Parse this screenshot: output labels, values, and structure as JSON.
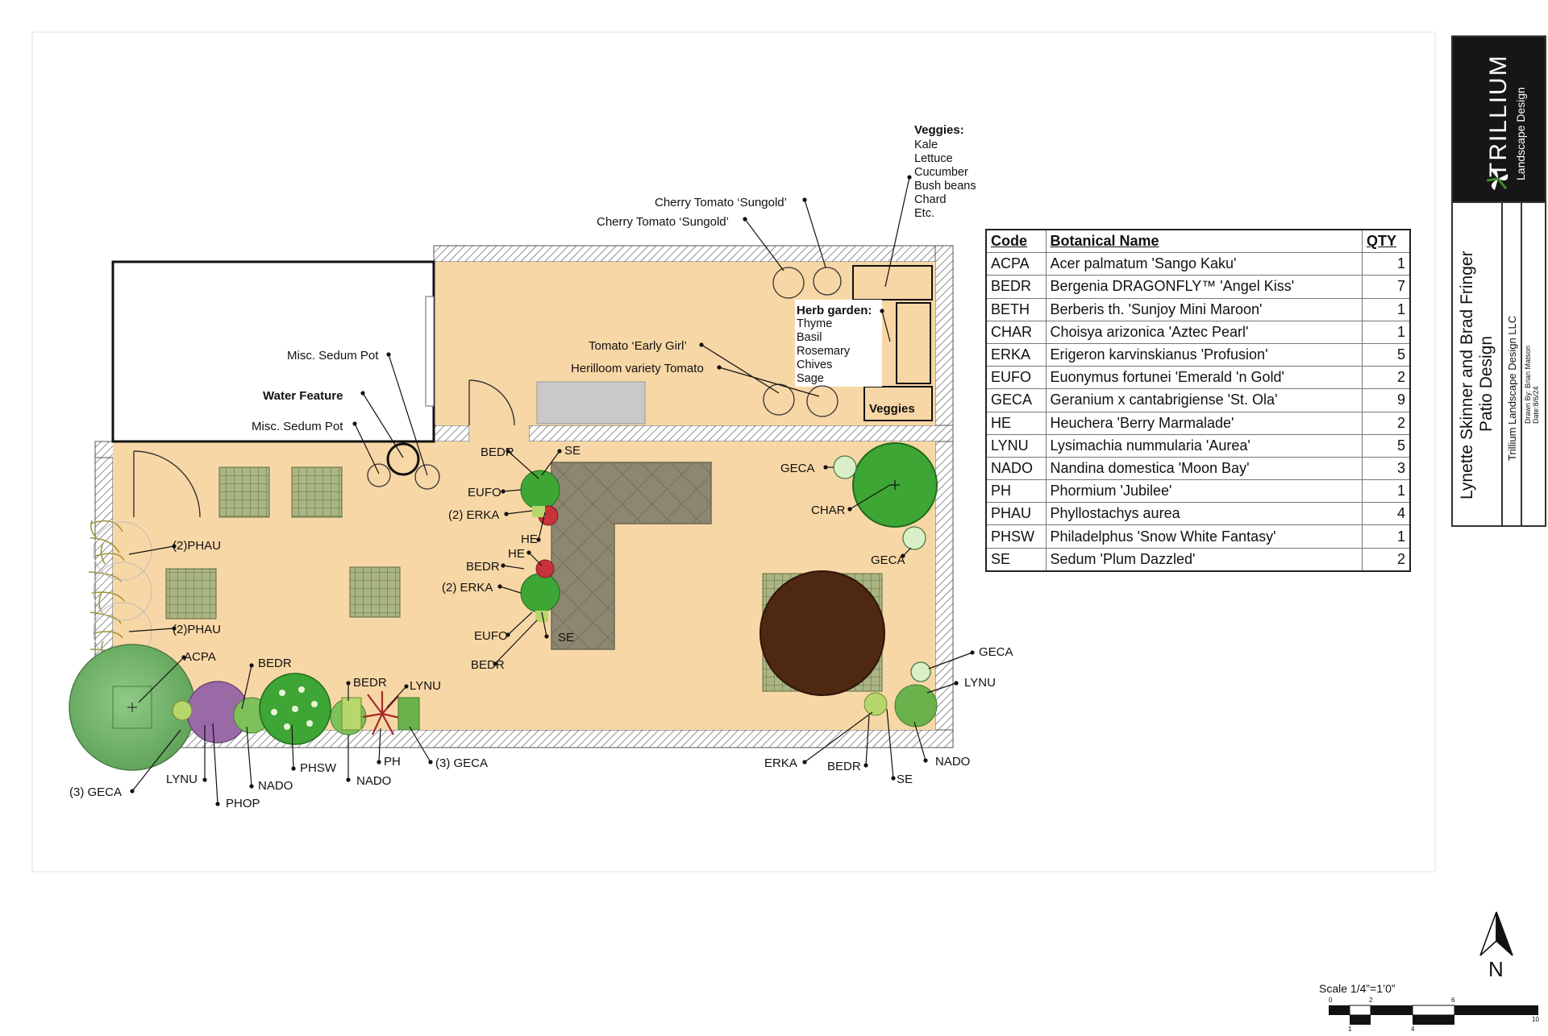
{
  "title_block": {
    "company_logo_name": "TRILLIUM",
    "company_logo_sub": "Landscape Design",
    "project_title_line1": "Lynette Skinner and Brad Fringer",
    "project_title_line2": "Patio Design",
    "company_name": "Trillium Landscape Design LLC",
    "drawn_by": "Drawn By: Brian Matson",
    "date": "Date:8/6/24"
  },
  "plant_table": {
    "headers": {
      "code": "Code",
      "name": "Botanical Name",
      "qty": "QTY"
    },
    "rows": [
      {
        "code": "ACPA",
        "name": "Acer palmatum 'Sango Kaku'",
        "qty": "1"
      },
      {
        "code": "BEDR",
        "name": "Bergenia DRAGONFLY™ 'Angel Kiss'",
        "qty": "7"
      },
      {
        "code": "BETH",
        "name": "Berberis th. 'Sunjoy Mini Maroon'",
        "qty": "1"
      },
      {
        "code": "CHAR",
        "name": "Choisya arizonica 'Aztec Pearl'",
        "qty": "1"
      },
      {
        "code": "ERKA",
        "name": "Erigeron karvinskianus 'Profusion'",
        "qty": "5"
      },
      {
        "code": "EUFO",
        "name": "Euonymus fortunei 'Emerald 'n Gold'",
        "qty": "2"
      },
      {
        "code": "GECA",
        "name": "Geranium x cantabrigiense 'St. Ola'",
        "qty": "9"
      },
      {
        "code": "HE",
        "name": "Heuchera 'Berry Marmalade'",
        "qty": "2"
      },
      {
        "code": "LYNU",
        "name": "Lysimachia nummularia 'Aurea'",
        "qty": "5"
      },
      {
        "code": "NADO",
        "name": "Nandina domestica 'Moon Bay'",
        "qty": "3"
      },
      {
        "code": "PH",
        "name": "Phormium 'Jubilee'",
        "qty": "1"
      },
      {
        "code": "PHAU",
        "name": "Phyllostachys aurea",
        "qty": "4"
      },
      {
        "code": "PHSW",
        "name": "Philadelphus 'Snow White Fantasy'",
        "qty": "1"
      },
      {
        "code": "SE",
        "name": "Sedum 'Plum Dazzled'",
        "qty": "2"
      }
    ]
  },
  "veggies_note": {
    "heading": "Veggies",
    "items": [
      "Kale",
      "Lettuce",
      "Cucumber",
      "Bush beans",
      "Chard",
      "Etc."
    ]
  },
  "herb_garden": {
    "heading": "Herb garden",
    "items": [
      "Thyme",
      "Basil",
      "Rosemary",
      "Chives",
      "Sage"
    ]
  },
  "veggies_bed_label": "Veggies",
  "callouts": {
    "cherry_tomato_1": "Cherry Tomato ‘Sungold’",
    "cherry_tomato_2": "Cherry Tomato ‘Sungold’",
    "tomato_early_girl": "Tomato ‘Early Girl’",
    "heirloom_tomato": "Herilloom variety Tomato",
    "misc_sedum_pot_1": "Misc. Sedum Pot",
    "water_feature": "Water Feature",
    "misc_sedum_pot_2": "Misc. Sedum Pot",
    "phau_1": "(2)PHAU",
    "phau_2": "(2)PHAU",
    "acpa": "ACPA",
    "bedr_left_1": "BEDR",
    "bedr_left_2": "BEDR",
    "lynu_left_top": "LYNU",
    "geca_left": "(3) GECA",
    "lynu_left_bottom": "LYNU",
    "nado_left_1": "NADO",
    "phop": "PHOP",
    "phsw": "PHSW",
    "nado_left_2": "NADO",
    "ph": "PH",
    "geca_3_bottom": "(3) GECA",
    "bedr_c1": "BEDR",
    "se_c1": "SE",
    "eufo_c1": "EUFO",
    "erka_c1": "(2) ERKA",
    "he_c1": "HE",
    "he_c2": "HE",
    "bedr_c2": "BEDR",
    "erka_c2": "(2) ERKA",
    "eufo_c2": "EUFO",
    "se_c2": "SE",
    "bedr_c3": "BEDR",
    "geca_r1": "GECA",
    "char": "CHAR",
    "geca_r2": "GECA",
    "geca_r3": "GECA",
    "lynu_r": "LYNU",
    "erka_r": "ERKA",
    "bedr_r": "BEDR",
    "se_r": "SE",
    "nado_r": "NADO"
  },
  "north_arrow_label": "N",
  "scale": {
    "label": "Scale 1/4”=1’0”",
    "ticks_top": [
      "0",
      "2",
      "6",
      "10"
    ],
    "ticks_bottom": [
      "1",
      "4"
    ]
  },
  "colors": {
    "patio_fill": "#f8d7a6",
    "paver": "#8d8670",
    "table": "#4f2812",
    "bamboo": "#9b9436",
    "tree": "#72b26c",
    "shrub_green": "#3ea634",
    "purple_shrub": "#9a6aa6",
    "red_perennial": "#c8323a",
    "title_black": "#161616"
  }
}
